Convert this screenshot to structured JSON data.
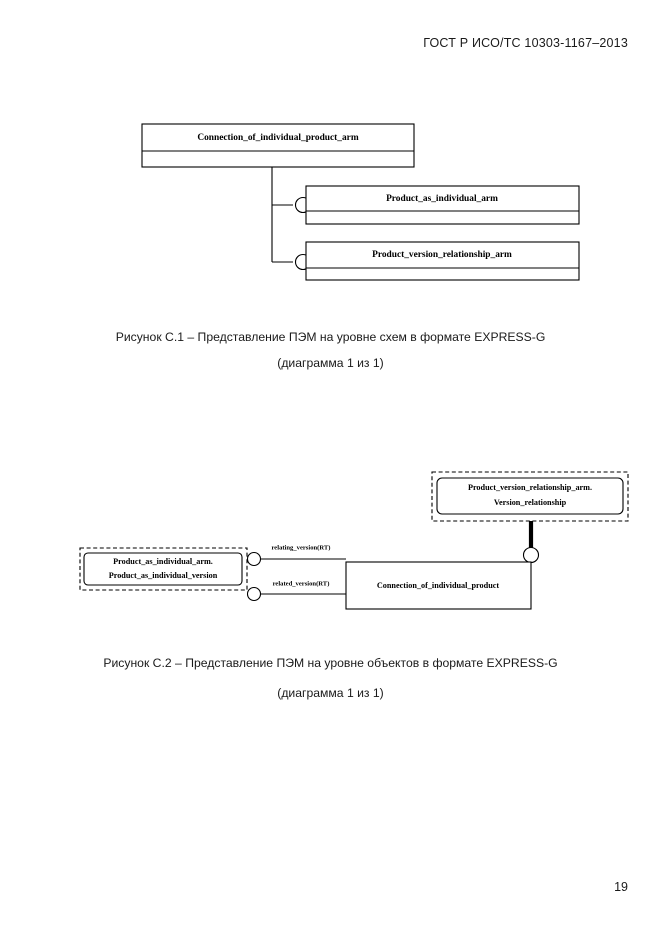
{
  "document": {
    "header": "ГОСТ Р ИСО/ТС 10303-1167–2013",
    "page_number": "19"
  },
  "figure_c1": {
    "caption_line1": "Рисунок  C.1 – Представление ПЭМ на уровне схем в формате EXPRESS-G",
    "caption_line2": "(диаграмма 1 из 1)",
    "nodes": [
      {
        "id": "schema-root",
        "label": "Connection_of_individual_product_arm",
        "kind": "schema-box"
      },
      {
        "id": "schema-ref-1",
        "label": "Product_as_individual_arm",
        "kind": "schema-box"
      },
      {
        "id": "schema-ref-2",
        "label": "Product_version_relationship_arm",
        "kind": "schema-box"
      }
    ],
    "edges": [
      {
        "from": "schema-root",
        "to": "schema-ref-1",
        "marker": "circle"
      },
      {
        "from": "schema-root",
        "to": "schema-ref-2",
        "marker": "circle"
      }
    ]
  },
  "figure_c2": {
    "caption_line1": "Рисунок  C.2 – Представление ПЭМ на уровне объектов в формате EXPRESS-G",
    "caption_line2": "(диаграмма 1 из 1)",
    "nodes": [
      {
        "id": "entity-version-relationship",
        "label_line1": "Product_version_relationship_arm.",
        "label_line2": "Version_relationship",
        "kind": "dashed-rounded-box"
      },
      {
        "id": "entity-product-as-individual",
        "label_line1": "Product_as_individual_arm.",
        "label_line2": "Product_as_individual_version",
        "kind": "dashed-rounded-box"
      },
      {
        "id": "entity-connection-of-individual-product",
        "label_line1": "Connection_of_individual_product",
        "kind": "solid-box"
      }
    ],
    "edges": [
      {
        "id": "edge-relating-version",
        "label": "relating_version(RT)",
        "marker": "circle"
      },
      {
        "id": "edge-related-version",
        "label": "related_version(RT)",
        "marker": "circle"
      },
      {
        "id": "edge-supertype",
        "label": "",
        "marker": "circle-thick"
      }
    ]
  },
  "colors": {
    "ink": "#000000",
    "paper": "#ffffff"
  }
}
